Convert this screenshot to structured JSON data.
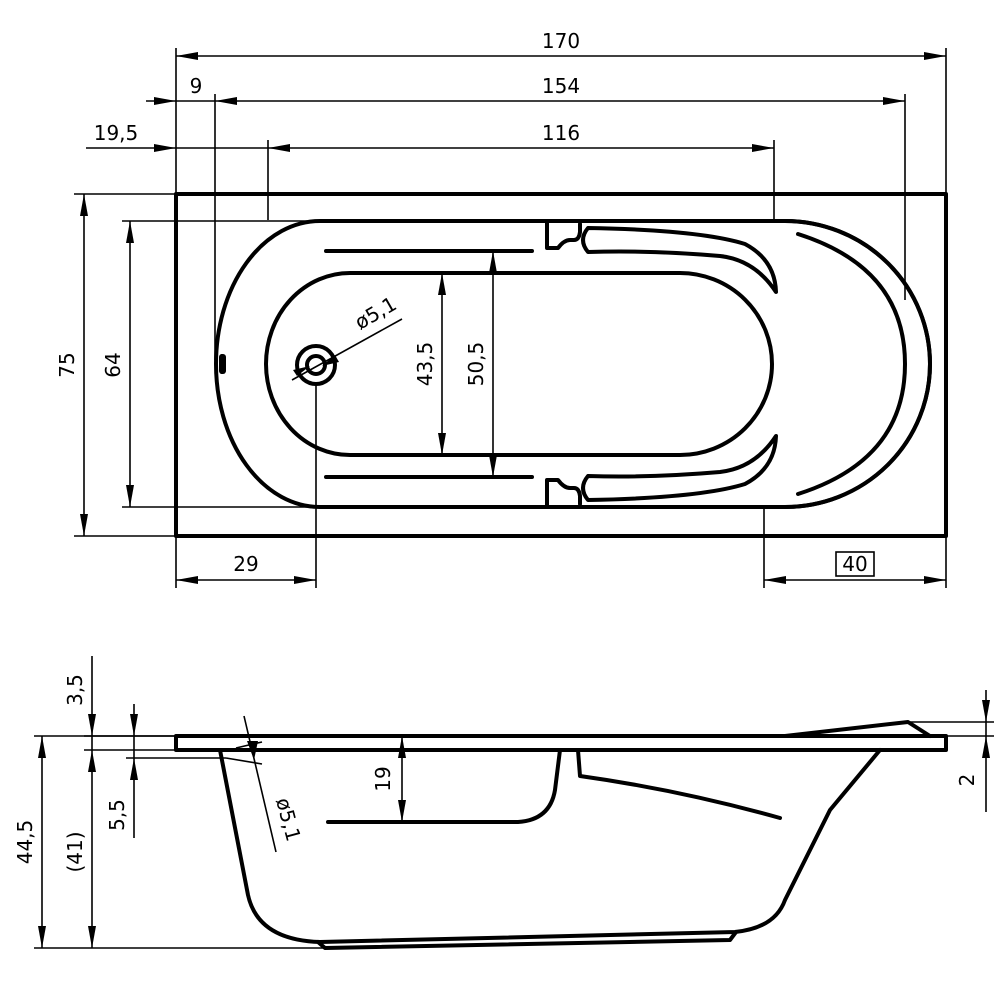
{
  "top_view": {
    "dims": {
      "overall_length": "170",
      "length_154": "154",
      "offset_9": "9",
      "inner_length": "116",
      "offset_19_5": "19,5",
      "overall_width": "75",
      "inner_width": "64",
      "width_50_5": "50,5",
      "width_43_5": "43,5",
      "drain_diameter": "ø5,1",
      "drain_offset": "29",
      "end_offset_boxed": "40"
    }
  },
  "side_view": {
    "dims": {
      "rim_3_5": "3,5",
      "rim_5_5": "5,5",
      "total_height": "44,5",
      "height_41": "(41)",
      "depth_19": "19",
      "overflow_diameter": "ø5,1",
      "rim_2": "2"
    }
  }
}
